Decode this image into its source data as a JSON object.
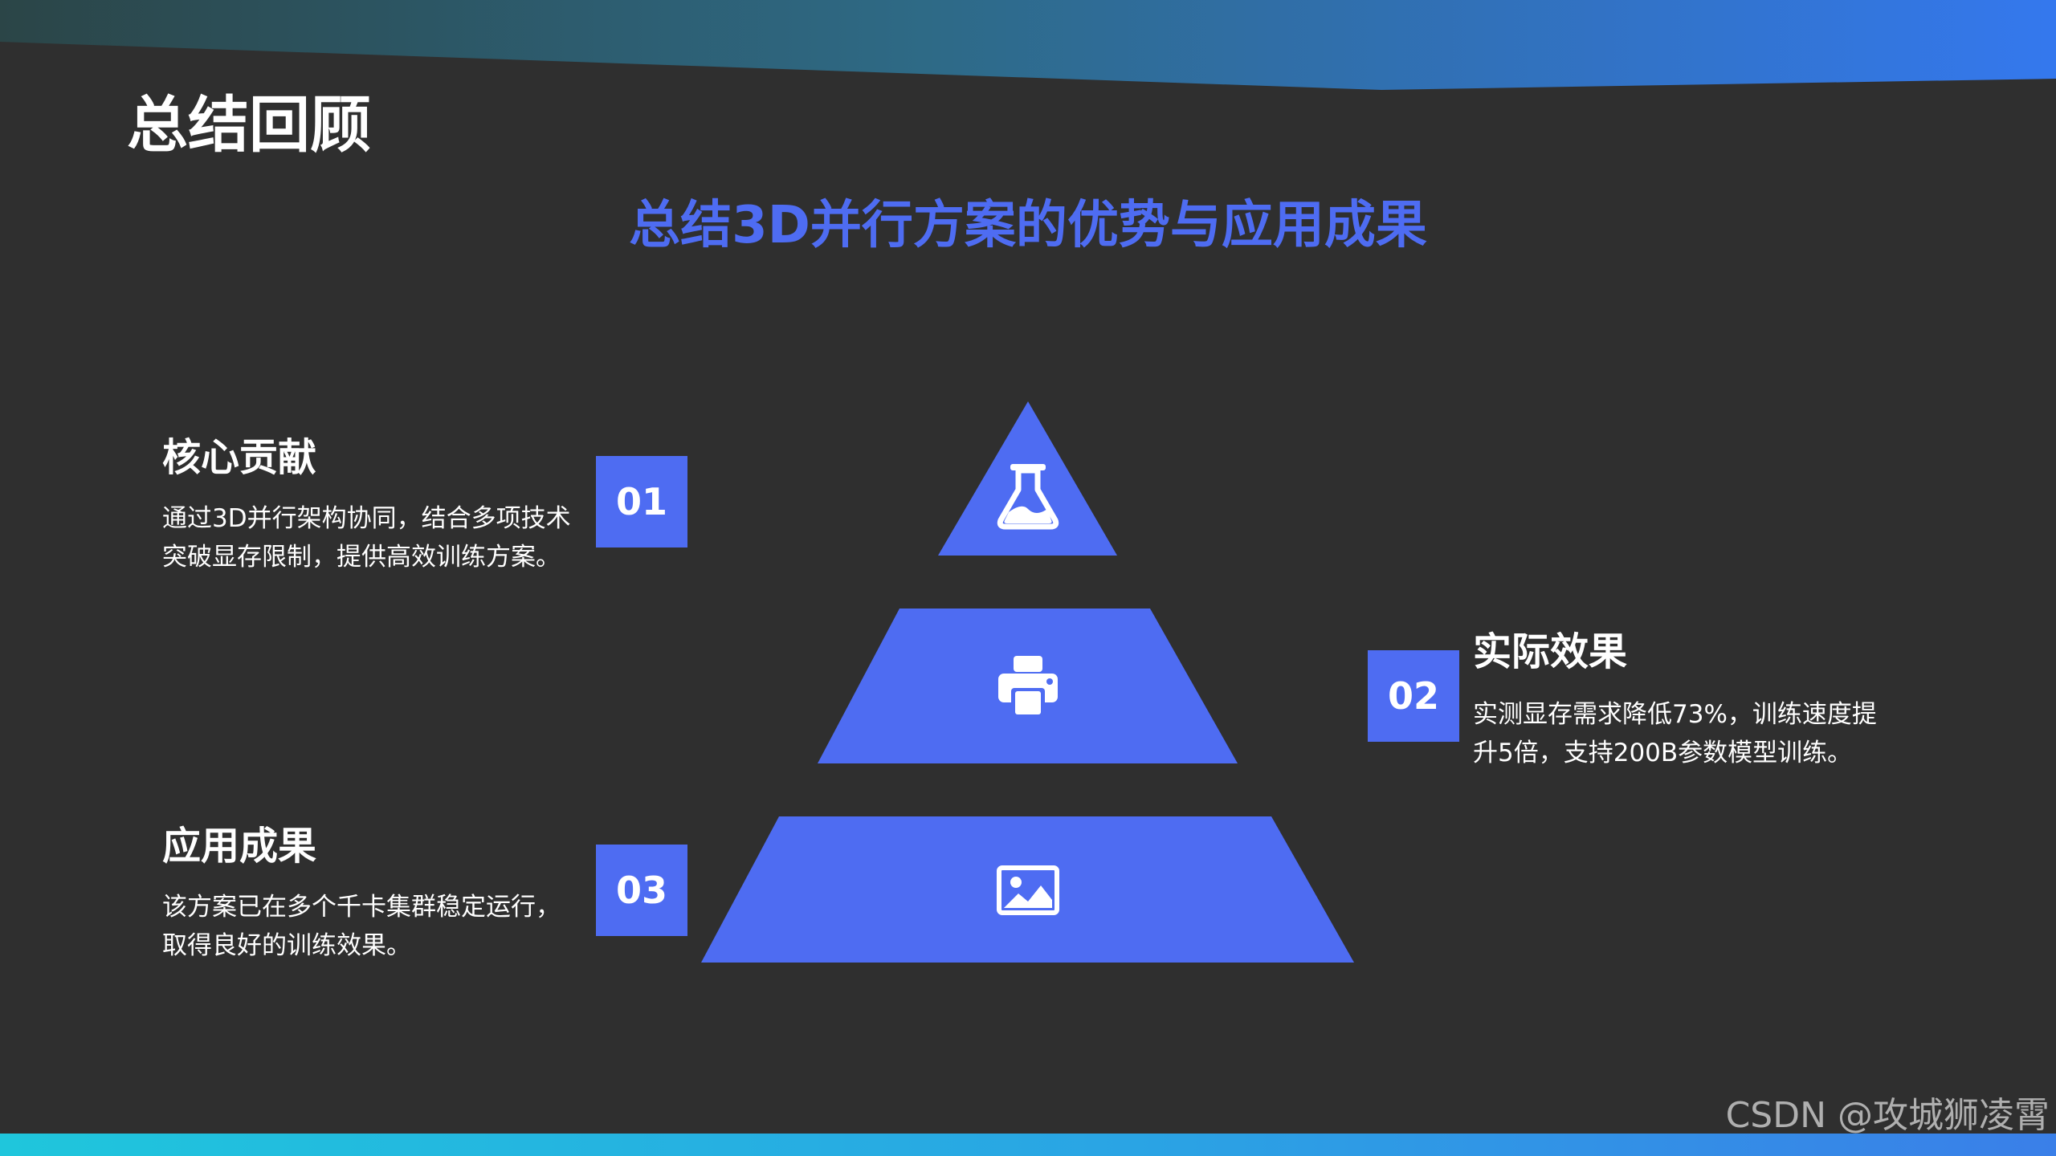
{
  "slide": {
    "title": "总结回顾",
    "subtitle": "总结3D并行方案的优势与应用成果"
  },
  "colors": {
    "background": "#2f2f2f",
    "accent": "#4e6cf2",
    "text": "#ffffff",
    "top_band_gradient": [
      "#2c4a4c",
      "#2f6fb0",
      "#3478ee"
    ],
    "bottom_band_gradient": [
      "#1fc6dc",
      "#3a7fe8"
    ]
  },
  "pyramid": {
    "levels": [
      {
        "icon": "flask-icon"
      },
      {
        "icon": "printer-icon"
      },
      {
        "icon": "image-icon"
      }
    ]
  },
  "items": [
    {
      "number": "01",
      "title": "核心贡献",
      "lines": [
        "通过3D并行架构协同，结合多项技术",
        "突破显存限制，提供高效训练方案。"
      ]
    },
    {
      "number": "02",
      "title": "实际效果",
      "lines": [
        "实测显存需求降低73%，训练速度提",
        "升5倍，支持200B参数模型训练。"
      ]
    },
    {
      "number": "03",
      "title": "应用成果",
      "lines": [
        "该方案已在多个千卡集群稳定运行，",
        "取得良好的训练效果。"
      ]
    }
  ],
  "watermark": "CSDN @攻城狮凌霄"
}
